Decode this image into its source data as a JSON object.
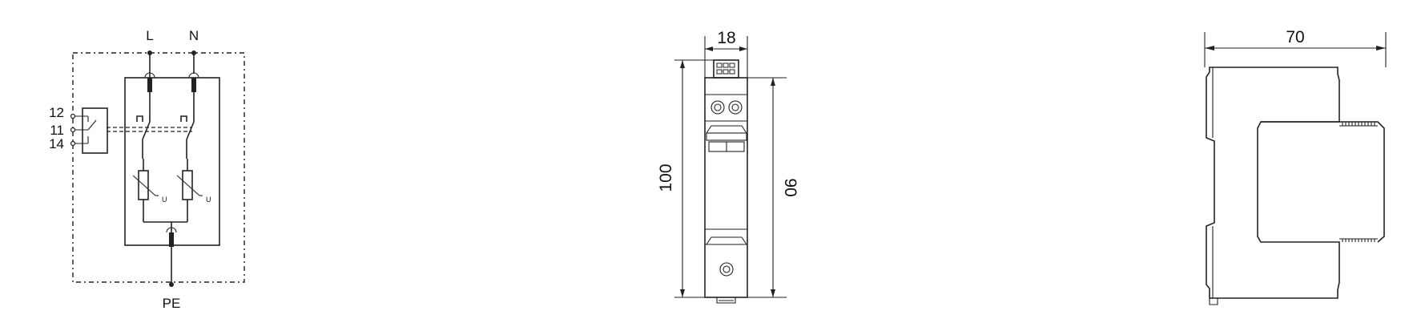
{
  "schematic": {
    "terminal_line": "L",
    "terminal_neutral": "N",
    "terminal_pe": "PE",
    "contact_12": "12",
    "contact_11": "11",
    "contact_14": "14",
    "varistor_mark_1": "U",
    "varistor_mark_2": "U"
  },
  "front_view": {
    "width_dim": "18",
    "height_dim": "100",
    "body_height_dim": "90"
  },
  "side_view": {
    "depth_dim": "70"
  }
}
